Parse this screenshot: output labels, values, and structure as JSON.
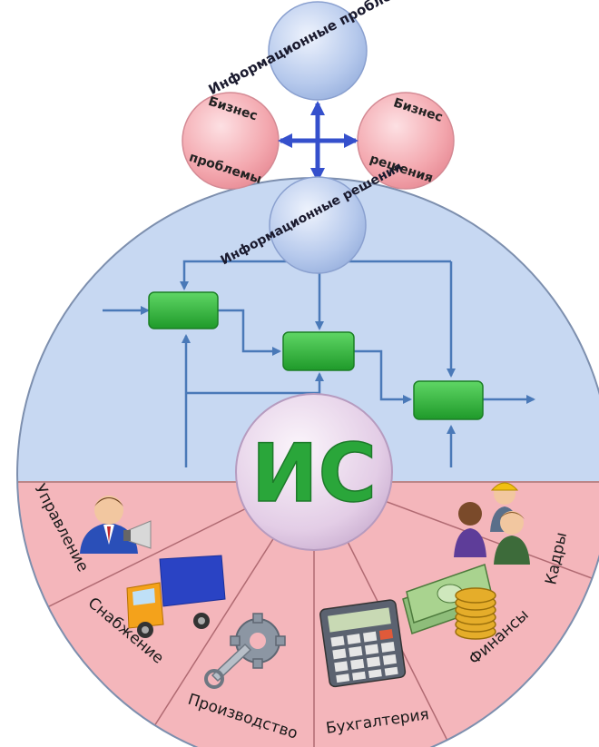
{
  "top_bubbles": {
    "info_problems": "Информационные проблемы",
    "business_problems_line1": "Бизнес",
    "business_problems_line2": "проблемы",
    "business_solutions_line1": "Бизнес",
    "business_solutions_line2": "решения",
    "info_solutions": "Информационные решения"
  },
  "center": {
    "title": "ИС"
  },
  "sectors": [
    "Управление",
    "Снабжение",
    "Производство",
    "Бухгалтерия",
    "Финансы",
    "Кадры"
  ],
  "colors": {
    "blue_area": "#c7d8f2",
    "pink_area": "#f4b6bb",
    "process_box": "#2fb63a",
    "arrow_flow": "#4a79b8",
    "arrow_cross": "#3550cc",
    "center_text": "#2aa63a"
  },
  "icons": [
    "manager-icon",
    "truck-icon",
    "gear-wrench-icon",
    "calculator-icon",
    "money-icon",
    "people-icon"
  ]
}
